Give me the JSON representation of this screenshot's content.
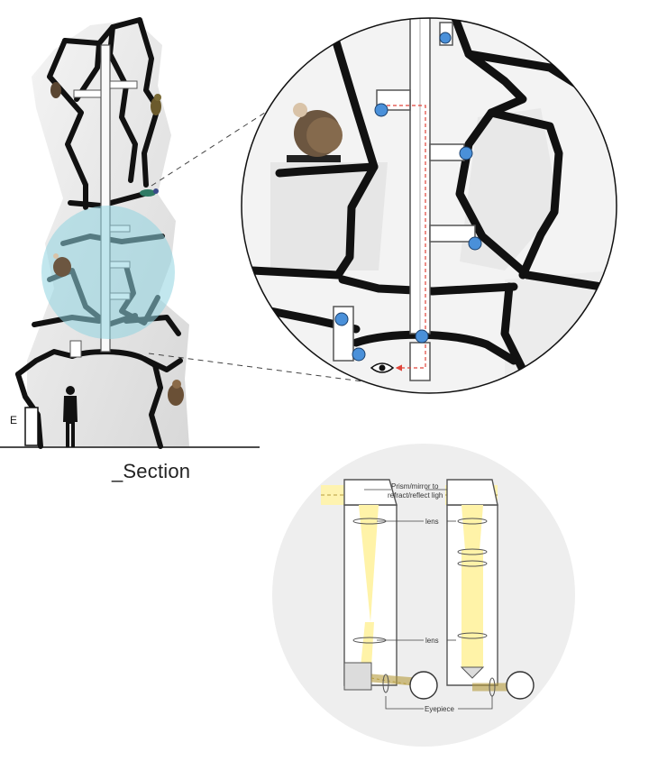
{
  "section_view": {
    "title": "_Section",
    "entrance_marker": "E"
  },
  "periscope_diagram": {
    "labels": {
      "prism_line1": "Prism/mirror to",
      "prism_line2": "refract/reflect ligh",
      "lens_upper": "lens",
      "lens_lower": "lens",
      "eyepiece": "Eyepiece"
    }
  },
  "colors": {
    "frame": "#111111",
    "magnifier_tint": "#8fd3e0",
    "joint_blue": "#4a90d9",
    "light_path": "#fff3a8",
    "dashed_ray": "#e0443a"
  },
  "icons": {
    "eye": "eye-icon",
    "person": "person-silhouette",
    "birds": [
      "bat",
      "parrot",
      "kingfisher",
      "vulture",
      "owl"
    ]
  }
}
